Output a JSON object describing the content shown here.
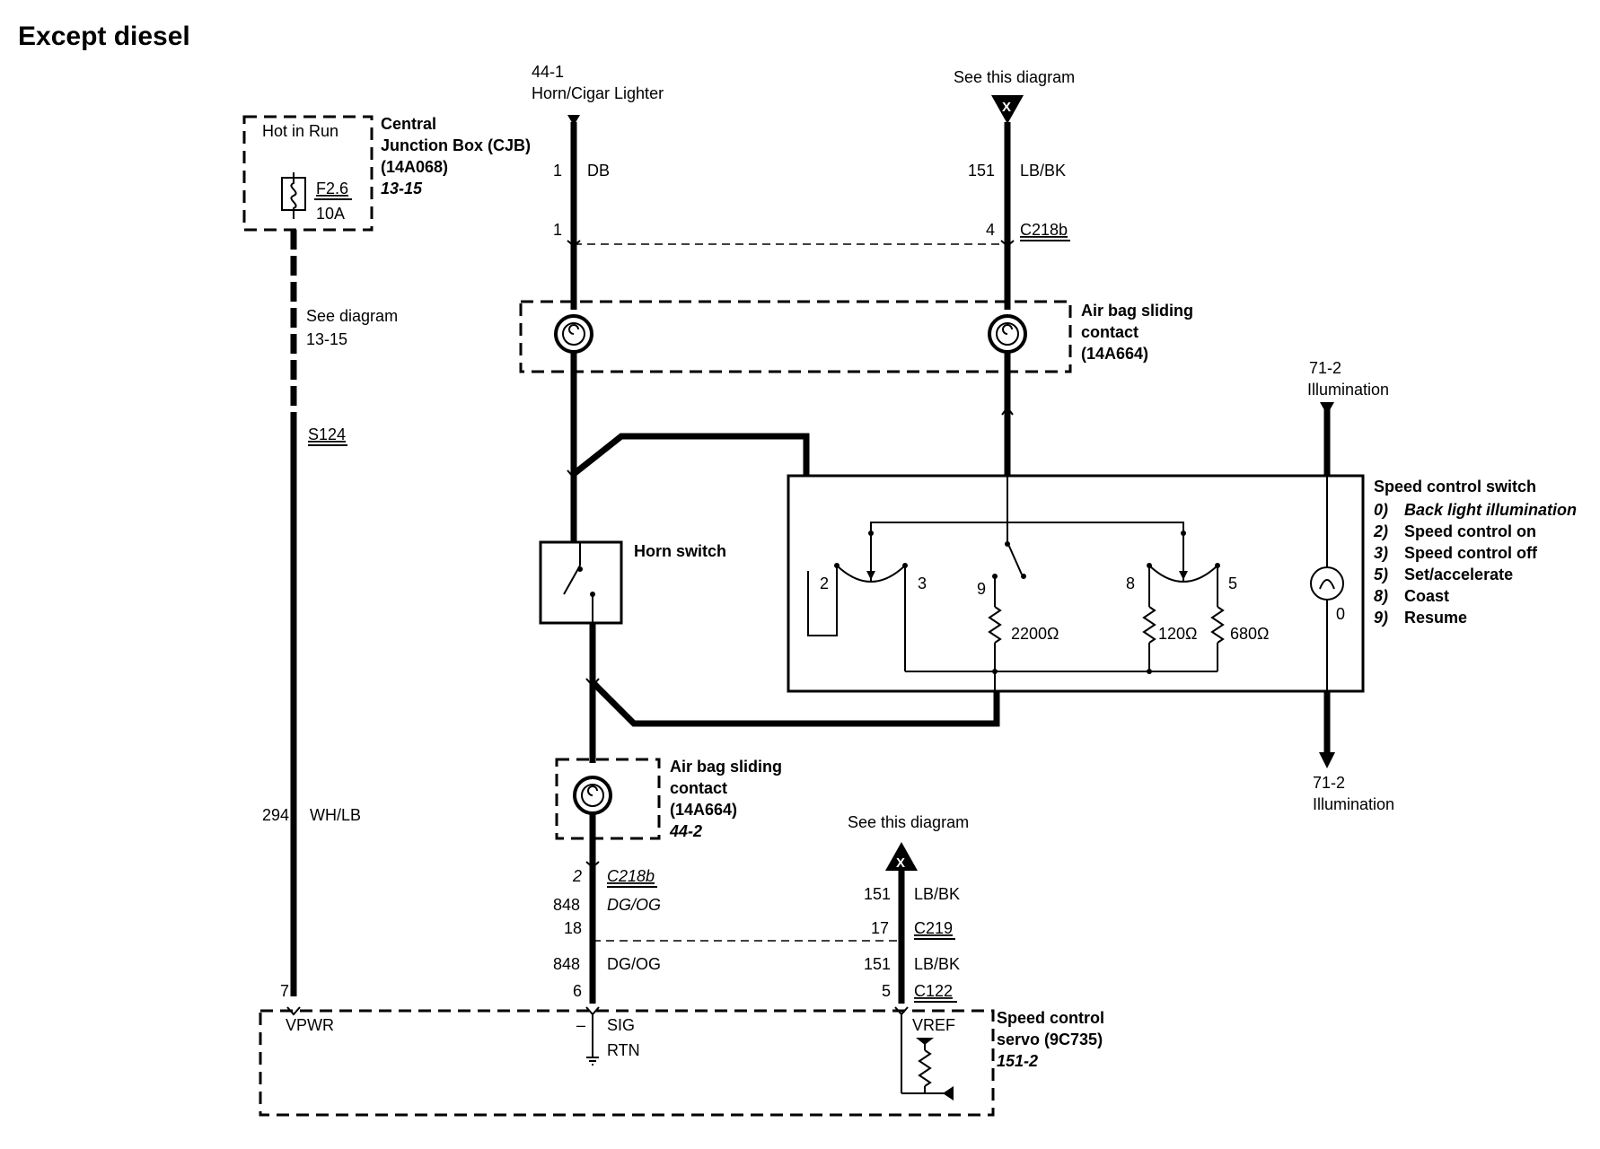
{
  "title": "Except diesel",
  "cjb": {
    "hot": "Hot in Run",
    "fuse_id": "F2.6",
    "fuse_rating": "10A",
    "name_line1": "Central",
    "name_line2": "Junction Box (CJB)",
    "part": "(14A068)",
    "ref": "13-15"
  },
  "left_circuit": {
    "see": "See diagram",
    "see_ref": "13-15",
    "splice": "S124",
    "pin": "294",
    "color": "WH/LB",
    "servo_pin": "7"
  },
  "top_left": {
    "ref": "44-1",
    "name": "Horn/Cigar Lighter",
    "pin": "1",
    "color": "DB",
    "conn_pin": "1"
  },
  "top_right": {
    "see": "See this diagram",
    "marker": "X",
    "circuit": "151",
    "color": "LB/BK",
    "conn_pin": "4",
    "connector": "C218b"
  },
  "airbag_top": {
    "line1": "Air bag sliding",
    "line2": "contact",
    "part": "(14A664)"
  },
  "horn_switch": "Horn switch",
  "illum_top": {
    "ref": "71-2",
    "name": "Illumination"
  },
  "illum_bottom": {
    "ref": "71-2",
    "name": "Illumination"
  },
  "speed_switch": {
    "title": "Speed control switch",
    "legend": [
      {
        "num": "0)",
        "label": "Back light illumination"
      },
      {
        "num": "2)",
        "label": "Speed control on"
      },
      {
        "num": "3)",
        "label": "Speed control off"
      },
      {
        "num": "5)",
        "label": "Set/accelerate"
      },
      {
        "num": "8)",
        "label": "Coast"
      },
      {
        "num": "9)",
        "label": "Resume"
      }
    ],
    "pins": {
      "p2": "2",
      "p3": "3",
      "p9": "9",
      "p8": "8",
      "p5": "5",
      "p0": "0"
    },
    "resistors": {
      "r1": "2200Ω",
      "r2": "120Ω",
      "r3": "680Ω"
    }
  },
  "airbag_bottom": {
    "line1": "Air bag sliding",
    "line2": "contact",
    "part": "(14A664)",
    "ref": "44-2"
  },
  "mid_left": {
    "pin_c218b": "2",
    "connector": "C218b",
    "circuit": "848",
    "color": "DG/OG",
    "pin_c219": "18",
    "circuit2": "848",
    "color2": "DG/OG",
    "servo_pin": "6"
  },
  "mid_right": {
    "see": "See this diagram",
    "marker": "X",
    "circuit": "151",
    "color": "LB/BK",
    "pin_c219": "17",
    "connector": "C219",
    "circuit2": "151",
    "color2": "LB/BK",
    "servo_pin": "5",
    "connector2": "C122"
  },
  "servo": {
    "vpwr": "VPWR",
    "sig_dash": "–",
    "sig": "SIG",
    "rtn": "RTN",
    "vref": "VREF",
    "name_line1": "Speed control",
    "name_line2": "servo (9C735)",
    "ref": "151-2"
  }
}
